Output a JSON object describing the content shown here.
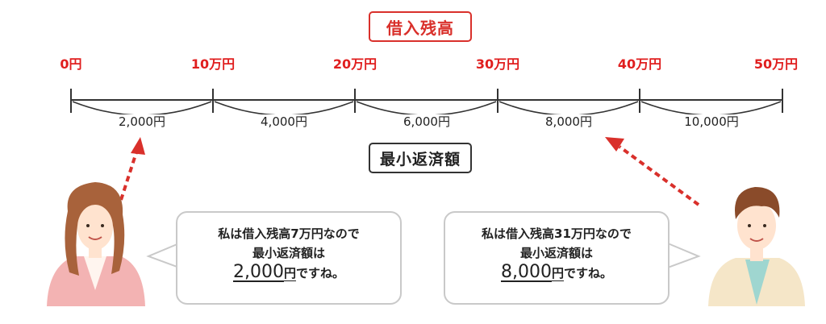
{
  "top_title": "借入残高",
  "bottom_title": "最小返済額",
  "balance_ticks": [
    "0円",
    "10万円",
    "20万円",
    "30万円",
    "40万円",
    "50万円"
  ],
  "payments": [
    "2,000円",
    "4,000円",
    "6,000円",
    "8,000円",
    "10,000円"
  ],
  "bubble_left": {
    "line1": "私は借入残高7万円なので",
    "line2": "最小返済額は",
    "amount": "2,000",
    "unit": "円",
    "suffix": "ですね。"
  },
  "bubble_right": {
    "line1": "私は借入残高31万円なので",
    "line2": "最小返済額は",
    "amount": "8,000",
    "unit": "円",
    "suffix": "ですね。"
  },
  "colors": {
    "accent": "#d9302b",
    "tick": "#e01e1e",
    "arrow": "#d9302b"
  }
}
